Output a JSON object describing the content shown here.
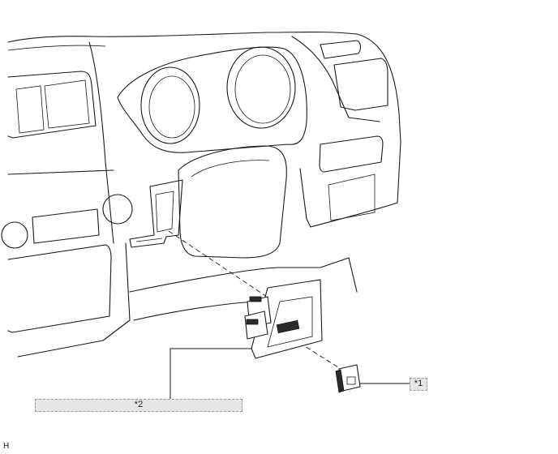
{
  "callouts": {
    "one": "*1",
    "two": "*2"
  },
  "illustration_code": "H",
  "colors": {
    "line": "#1a1a1a",
    "callout_fill": "#e6e6e6"
  }
}
